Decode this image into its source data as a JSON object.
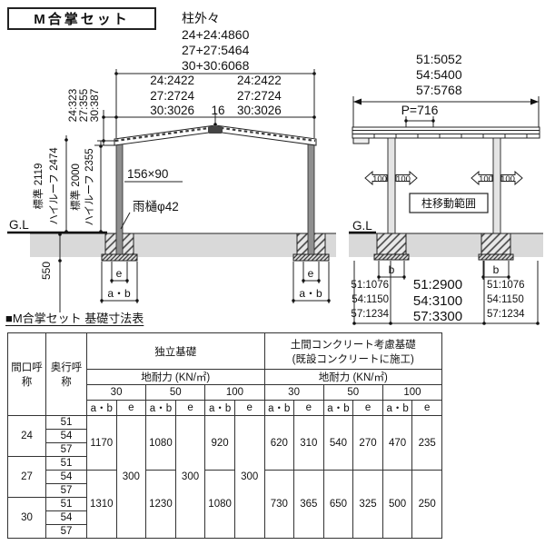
{
  "colors": {
    "line": "#222222",
    "ground": "#d9d9d9",
    "background": "#ffffff"
  },
  "header": {
    "title": "M合掌セット"
  },
  "front": {
    "pillar_label": "柱外々",
    "pillar_dims": [
      "24+24:4860",
      "27+27:5464",
      "30+30:6068"
    ],
    "half_left": [
      "24:2422",
      "27:2724",
      "30:3026"
    ],
    "half_right": [
      "24:2422",
      "27:2724",
      "30:3026"
    ],
    "center_gap": "16",
    "rise": [
      "24:323",
      "27:355",
      "30:387"
    ],
    "eave_heights": [
      "標準 2119",
      "ハイルーフ 2474"
    ],
    "post_heights": [
      "標準 2000",
      "ハイルーフ 2355"
    ],
    "beam": "156×90",
    "gutter": "雨樋φ42",
    "gl": "G.L",
    "depth": "550",
    "e": "e",
    "ab": "a・b"
  },
  "side": {
    "width_dims": [
      "51:5052",
      "54:5400",
      "57:5768"
    ],
    "pitch": "P=716",
    "arrow": "100",
    "range": "柱移動範囲",
    "gl": "G.L",
    "b": "b",
    "side_dims": [
      "51:1076",
      "54:1150",
      "57:1234"
    ],
    "center_dims": [
      "51:2900",
      "54:3100",
      "57:3300"
    ]
  },
  "table": {
    "title": "■M合掌セット 基礎寸法表",
    "col_width": "間口呼称",
    "col_depth": "奥行呼称",
    "grp_ind": "独立基礎",
    "grp_slab1": "土間コンクリート考慮基礎",
    "grp_slab2": "(既設コンクリートに施工)",
    "bearing": "地耐力 (KN/㎡)",
    "loads": [
      "30",
      "50",
      "100"
    ],
    "ab": "a・b",
    "e": "e",
    "widths": [
      "24",
      "27",
      "30"
    ],
    "depths": [
      "51",
      "54",
      "57"
    ],
    "vals": {
      "i30ab": [
        "1170",
        "1310"
      ],
      "i30e": "300",
      "i50ab": [
        "1080",
        "1230"
      ],
      "i50e": "300",
      "i100ab": [
        "920",
        "1080"
      ],
      "i100e": "300",
      "s30ab": [
        "620",
        "730"
      ],
      "s30e": [
        "310",
        "365"
      ],
      "s50ab": [
        "540",
        "650"
      ],
      "s50e": [
        "270",
        "325"
      ],
      "s100ab": [
        "470",
        "500"
      ],
      "s100e": [
        "235",
        "250"
      ]
    }
  }
}
